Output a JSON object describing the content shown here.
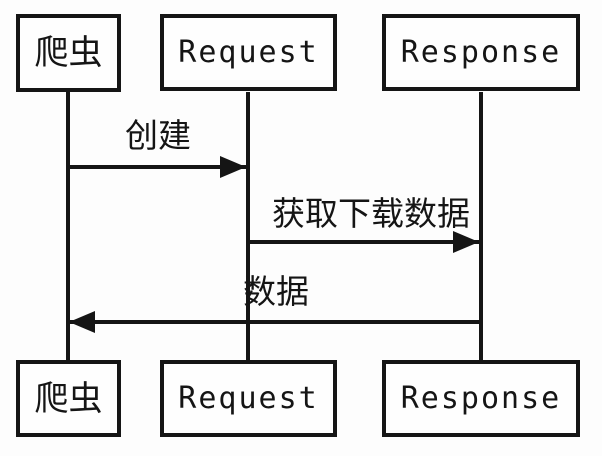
{
  "diagram": {
    "type": "sequence-diagram",
    "actors": [
      {
        "id": "crawler",
        "label": "爬虫"
      },
      {
        "id": "request",
        "label": "Request"
      },
      {
        "id": "response",
        "label": "Response"
      }
    ],
    "messages": [
      {
        "from": "crawler",
        "to": "request",
        "label": "创建",
        "direction": "right"
      },
      {
        "from": "request",
        "to": "response",
        "label": "获取下载数据",
        "direction": "right"
      },
      {
        "from": "response",
        "to": "crawler",
        "label": "数据",
        "direction": "left"
      }
    ],
    "colors": {
      "stroke": "#151515",
      "background": "#fdfdfd",
      "box_fill": "#fefefe"
    }
  }
}
